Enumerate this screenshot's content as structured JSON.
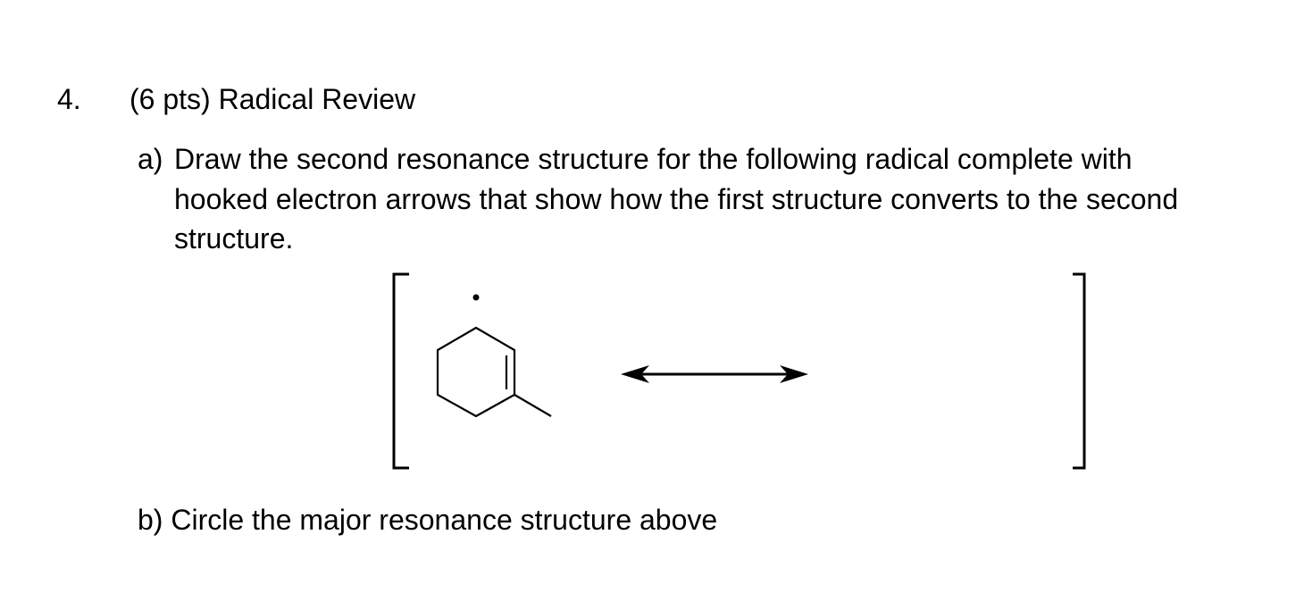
{
  "question": {
    "number": "4.",
    "title": "(6 pts) Radical Review"
  },
  "part_a": {
    "label": "a)",
    "lines": [
      "Draw the second resonance structure for the following radical complete with",
      "hooked electron arrows that show how the first structure converts to the second",
      "structure."
    ]
  },
  "figure": {
    "left_structure": "radical on cyclohexene ring with methyl substituent",
    "right_structure": "",
    "arrow": "resonance double-headed arrow"
  },
  "part_b": {
    "text": "b) Circle the major resonance structure above"
  }
}
